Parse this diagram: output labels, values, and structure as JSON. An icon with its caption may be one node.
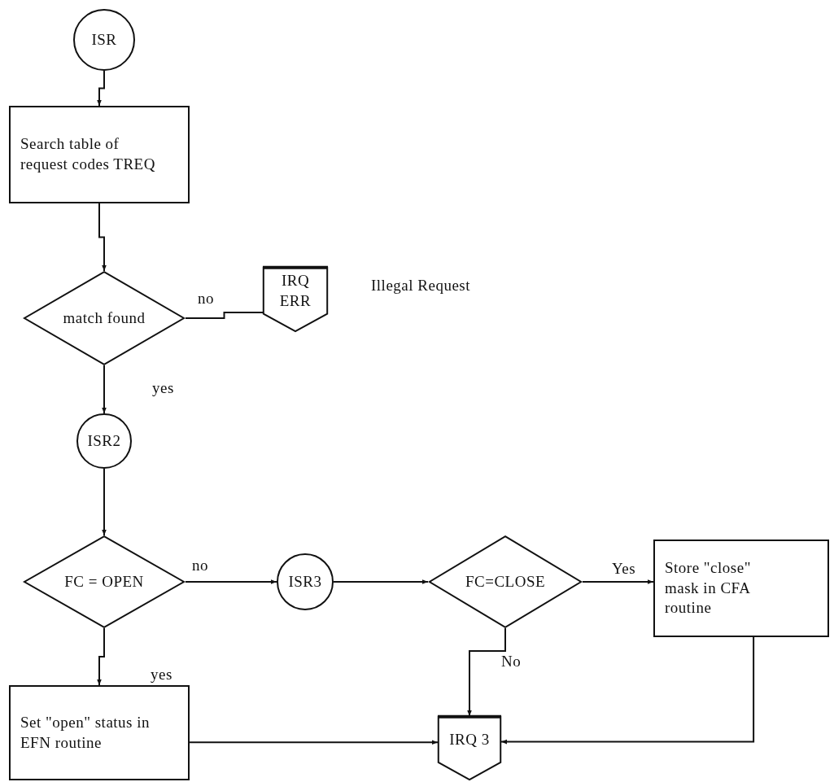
{
  "diagram": {
    "nodes": [
      {
        "text": [
          "ISR"
        ]
      },
      {
        "text": [
          "Search table of request codes TREQ"
        ]
      },
      {
        "text": [
          "match found"
        ]
      },
      {
        "text": [
          "IRQ ERR"
        ],
        "beside": [
          "Illegal Request"
        ]
      },
      {
        "text": [
          "ISR2"
        ]
      },
      {
        "text": [
          "FC = OPEN"
        ]
      },
      {
        "text": [
          "ISR3"
        ]
      },
      {
        "text": [
          "FC=CLOSE"
        ]
      },
      {
        "text": [
          "Store \"close\" mask in CFA routine"
        ]
      },
      {
        "text": [
          "Set \"open\" status in EFN routine"
        ]
      },
      {
        "text": [
          "IRQ 3"
        ]
      }
    ],
    "edges": [
      {
        "from": 0,
        "to": 1,
        "arrow": "to"
      },
      {
        "from": 1,
        "to": 2,
        "arrow": "to"
      },
      {
        "from": 2,
        "to": 3,
        "arrow": "none",
        "label": "no"
      },
      {
        "from": 2,
        "to": 4,
        "arrow": "to",
        "label": "yes"
      },
      {
        "from": 4,
        "to": 5,
        "arrow": "to"
      },
      {
        "from": 5,
        "to": 6,
        "arrow": "to",
        "label": "no"
      },
      {
        "from": 6,
        "to": 7,
        "arrow": "to"
      },
      {
        "from": 7,
        "to": 8,
        "arrow": "to",
        "label": "Yes"
      },
      {
        "from": 7,
        "to": 10,
        "arrow": "to",
        "label": "No"
      },
      {
        "from": 5,
        "to": 9,
        "arrow": "to",
        "label": "yes"
      },
      {
        "from": 9,
        "to": 10,
        "arrow": "to"
      },
      {
        "from": 8,
        "to": 10,
        "arrow": "to"
      }
    ]
  }
}
